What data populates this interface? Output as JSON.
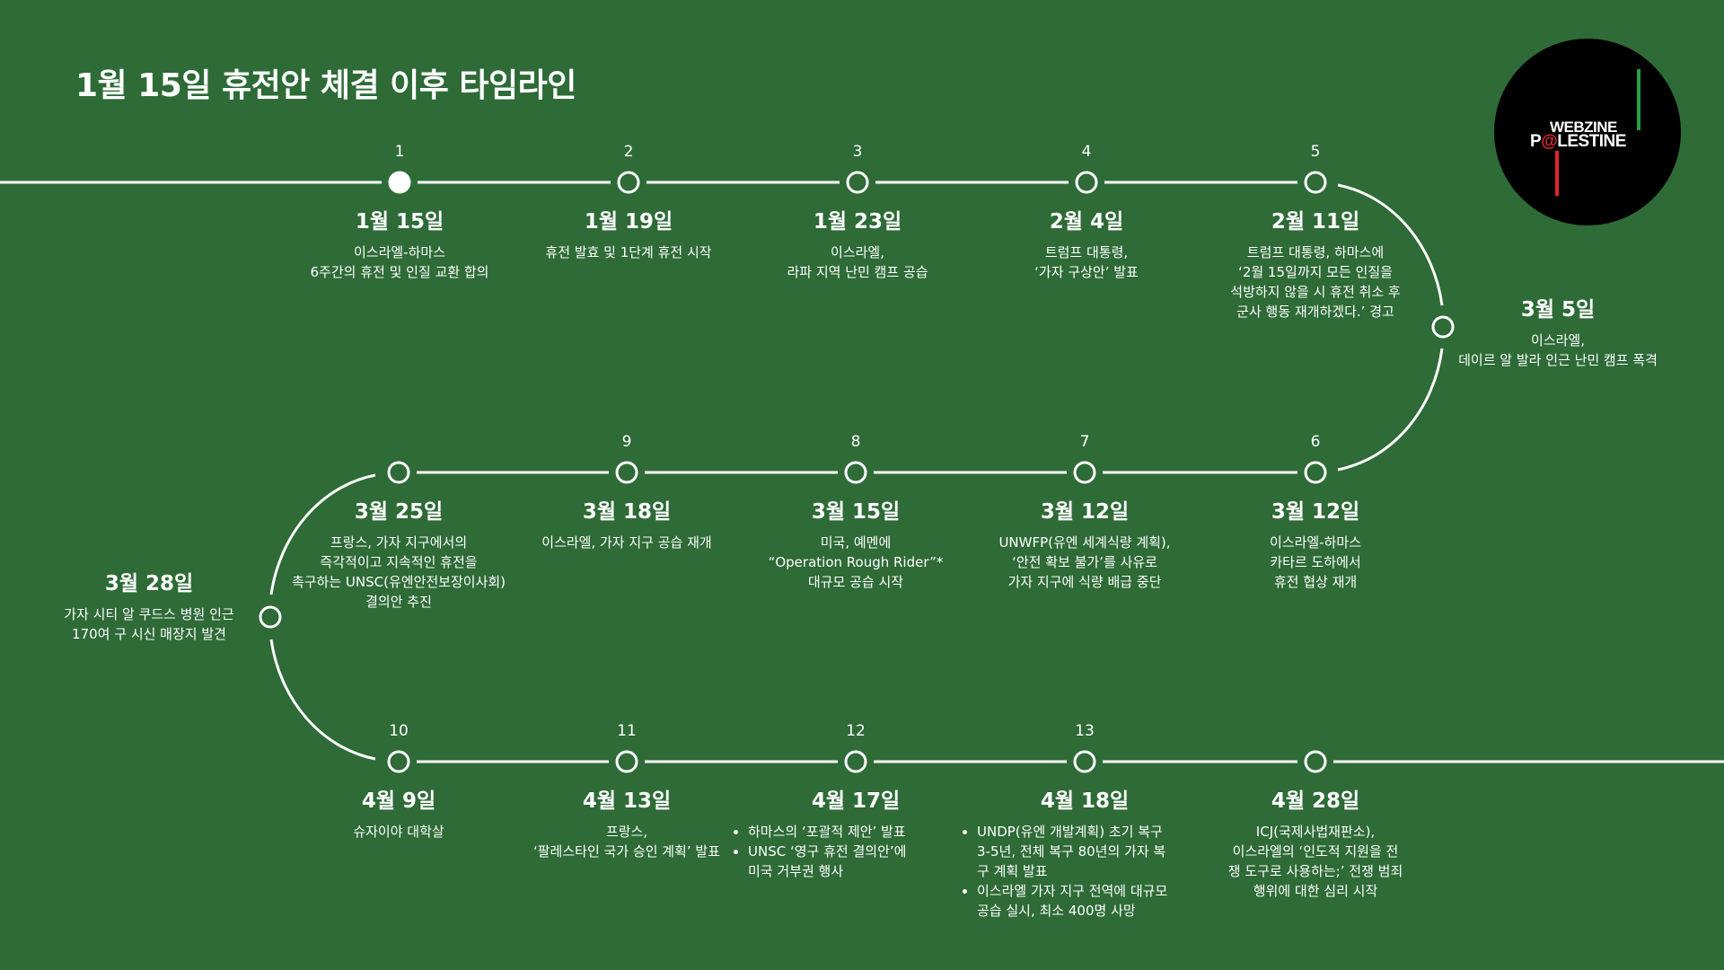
{
  "title": "1월 15일 휴전안 체결 이후 타임라인",
  "logo": {
    "line1": "WEBZINE",
    "line2_prefix": "P",
    "line2_at": "@",
    "line2_suffix": "LESTINE"
  },
  "colors": {
    "background": "#2e6b37",
    "line": "#ffffff",
    "logo_bg": "#000000",
    "logo_red": "#e0262b",
    "logo_green": "#27a045"
  },
  "events": [
    {
      "num": "1",
      "date": "1월 15일",
      "desc": "이스라엘-하마스\n6주간의 휴전 및 인질 교환 합의",
      "filled": true
    },
    {
      "num": "2",
      "date": "1월 19일",
      "desc": "휴전 발효 및 1단계 휴전 시작"
    },
    {
      "num": "3",
      "date": "1월 23일",
      "desc": "이스라엘,\n라파 지역 난민 캠프 공습"
    },
    {
      "num": "4",
      "date": "2월 4일",
      "desc": "트럼프 대통령,\n‘가자 구상안’ 발표"
    },
    {
      "num": "5",
      "date": "2월 11일",
      "desc": "트럼프 대통령, 하마스에\n‘2월 15일까지 모든 인질을\n석방하지 않을 시 휴전 취소 후\n군사 행동 재개하겠다.’ 경고"
    },
    {
      "num": "",
      "date": "3월 5일",
      "desc": "이스라엘,\n데이르 알 발라 인근 난민 캠프 폭격"
    },
    {
      "num": "6",
      "date": "3월 12일",
      "desc": "이스라엘-하마스\n카타르 도하에서\n휴전 협상 재개"
    },
    {
      "num": "7",
      "date": "3월 12일",
      "desc": "UNWFP(유엔 세계식량 계획),\n‘안전 확보 불가’를 사유로\n가자 지구에 식량 배급 중단"
    },
    {
      "num": "8",
      "date": "3월 15일",
      "desc": "미국, 예멘에\n“Operation Rough Rider”*\n대규모 공습 시작"
    },
    {
      "num": "9",
      "date": "3월 18일",
      "desc": "이스라엘, 가자 지구 공습 재개"
    },
    {
      "num": "",
      "date": "3월 25일",
      "desc": "프랑스, 가자 지구에서의\n즉각적이고 지속적인 휴전을\n촉구하는 UNSC(유엔안전보장이사회)\n결의안 추진"
    },
    {
      "num": "",
      "date": "3월 28일",
      "desc": "가자 시티 알 쿠드스 병원 인근\n170여 구 시신 매장지 발견"
    },
    {
      "num": "10",
      "date": "4월 9일",
      "desc": "슈자이야 대학살"
    },
    {
      "num": "11",
      "date": "4월 13일",
      "desc": "프랑스,\n‘팔레스타인 국가 승인 계획’ 발표"
    },
    {
      "num": "12",
      "date": "4월 17일",
      "items": [
        "하마스의 ‘포괄적 제안’ 발표",
        "UNSC ‘영구 휴전 결의안’에\n미국 거부권 행사"
      ]
    },
    {
      "num": "13",
      "date": "4월 18일",
      "items": [
        "UNDP(유엔 개발계획) 초기 복구\n3-5년, 전체 복구 80년의 가자 복\n구 계획 발표",
        "이스라엘 가자 지구 전역에 대규모\n공습 실시, 최소 400명 사망"
      ]
    },
    {
      "num": "",
      "date": "4월 28일",
      "desc": "ICJ(국제사법재판소),\n이스라엘의 ‘인도적 지원을 전\n쟁 도구로 사용하는;’ 전쟁 범죄\n행위에 대한 심리 시작"
    }
  ]
}
